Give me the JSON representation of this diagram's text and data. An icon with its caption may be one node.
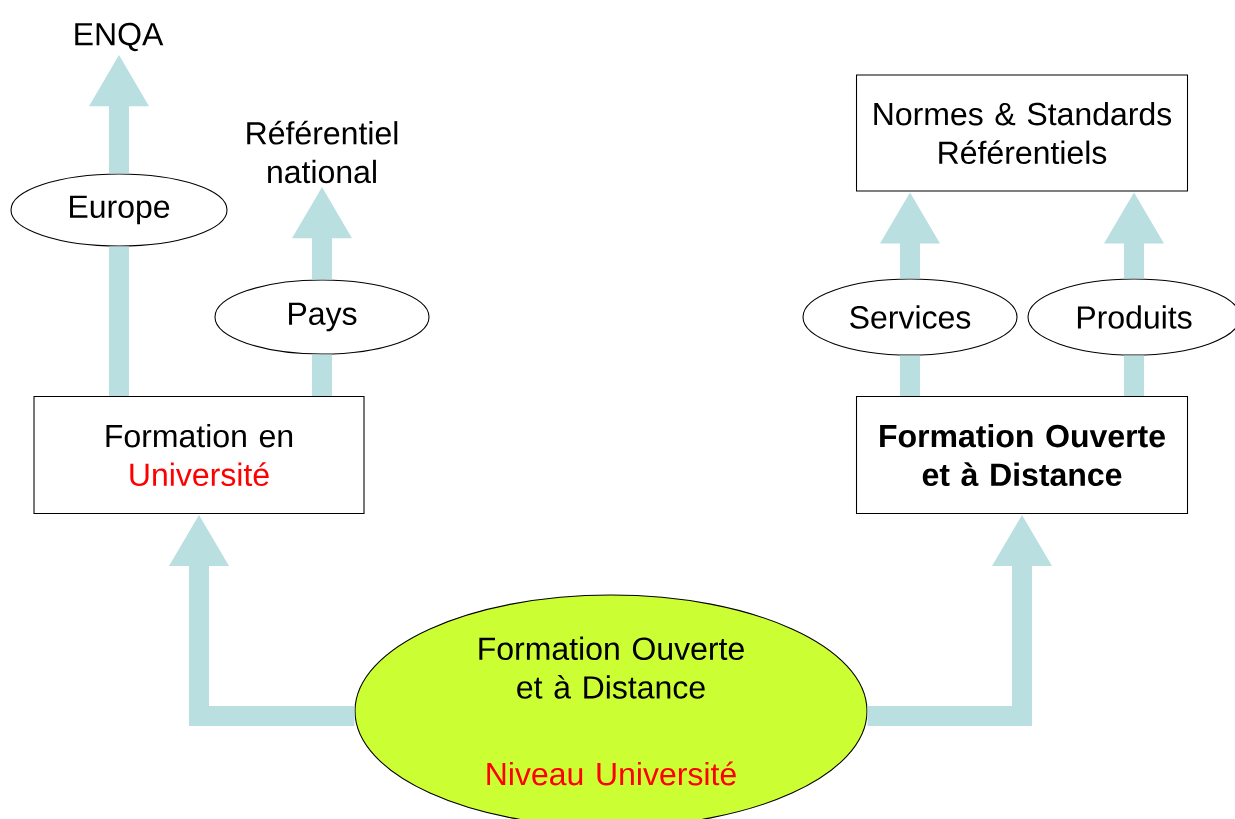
{
  "diagram": {
    "nodes": [
      {
        "text": [
          "ENQA"
        ]
      },
      {
        "text": [
          "Europe"
        ]
      },
      {
        "text": [
          "Référentiel national"
        ]
      },
      {
        "text": [
          "Pays"
        ]
      },
      {
        "text": [
          "Normes & Standards Référentiels"
        ]
      },
      {
        "text": [
          "Services"
        ]
      },
      {
        "text": [
          "Produits"
        ]
      },
      {
        "text": [
          "Formation en",
          "Université"
        ]
      },
      {
        "text": [
          "Formation Ouverte et à Distance"
        ]
      },
      {
        "text": [
          "Formation Ouverte et à Distance",
          "Niveau Université"
        ]
      }
    ],
    "edges": [
      {
        "from": 7,
        "to": 1,
        "arrow": "none"
      },
      {
        "from": 1,
        "to": 0,
        "arrow": "to"
      },
      {
        "from": 7,
        "to": 3,
        "arrow": "none"
      },
      {
        "from": 3,
        "to": 2,
        "arrow": "to"
      },
      {
        "from": 8,
        "to": 5,
        "arrow": "none"
      },
      {
        "from": 5,
        "to": 4,
        "arrow": "to"
      },
      {
        "from": 8,
        "to": 6,
        "arrow": "none"
      },
      {
        "from": 6,
        "to": 4,
        "arrow": "to"
      },
      {
        "from": 9,
        "to": 7,
        "arrow": "to"
      },
      {
        "from": 9,
        "to": 8,
        "arrow": "to"
      }
    ]
  }
}
